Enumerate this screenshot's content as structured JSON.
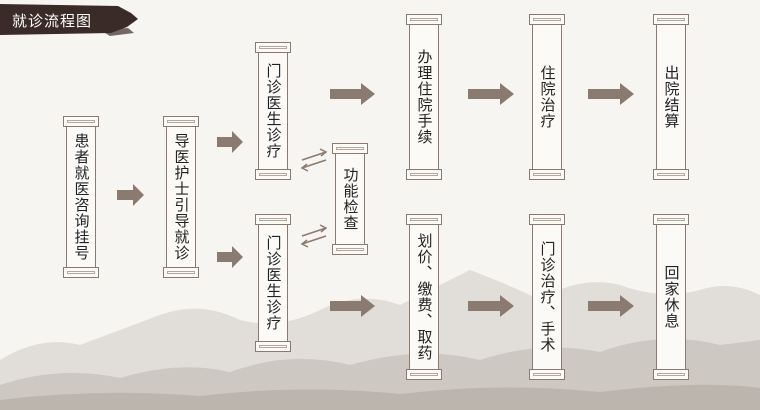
{
  "title": "就诊流程图",
  "colors": {
    "frame": "#8a7a6f",
    "arrow": "#8b7a70",
    "text": "#222222",
    "banner": "#3a2b28"
  },
  "nodes": {
    "consult": "患者就医咨询挂号",
    "guide": "导医护士引导就诊",
    "outpatient_top": "门诊医生诊疗",
    "outpatient_bottom": "门诊医生诊疗",
    "function_test": "功能检查",
    "admission": "办理住院手续",
    "inpatient": "住院治疗",
    "discharge": "出院结算",
    "payment": "划价、缴费、取药",
    "outpatient_treat": "门诊治疗、手术",
    "home": "回家休息"
  }
}
